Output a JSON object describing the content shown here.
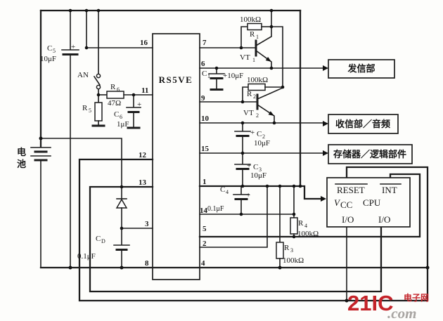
{
  "ic": {
    "name": "RS5VE",
    "pins_left": [
      "16",
      "11",
      "12",
      "13",
      "3",
      "8"
    ],
    "pins_right": [
      "7",
      "6",
      "9",
      "10",
      "15",
      "1",
      "14",
      "5",
      "2",
      "4"
    ]
  },
  "battery": {
    "line1": "电",
    "line2": "池"
  },
  "switch_label": "AN",
  "symbols": {
    "plus": "+"
  },
  "components": {
    "c5": {
      "sym": "C",
      "sub": "5",
      "value": "10μF"
    },
    "c6": {
      "sym": "C",
      "sub": "6",
      "value": "1μF"
    },
    "c1": {
      "sym": "C",
      "sub": "1",
      "value": "+10μF"
    },
    "c2": {
      "sym": "C",
      "sub": "2",
      "value": "10μF"
    },
    "c3": {
      "sym": "C",
      "sub": "3",
      "value": "10μF"
    },
    "c4": {
      "sym": "C",
      "sub": "4",
      "value": "0.1μF"
    },
    "cd": {
      "sym": "C",
      "sub": "D",
      "value": "0.1μF"
    },
    "r1": {
      "sym": "R",
      "sub": "1",
      "value": "100kΩ"
    },
    "r2": {
      "sym": "R",
      "sub": "2",
      "value": "100kΩ"
    },
    "r3": {
      "sym": "R",
      "sub": "3",
      "value": "100kΩ"
    },
    "r4": {
      "sym": "R",
      "sub": "4",
      "value": "100kΩ"
    },
    "r5": {
      "sym": "R",
      "sub": "5"
    },
    "r6": {
      "sym": "R",
      "sub": "6",
      "value": "47Ω"
    },
    "vt1": {
      "sym": "VT",
      "sub": "1"
    },
    "vt2": {
      "sym": "VT",
      "sub": "2"
    }
  },
  "blocks": {
    "transmitter": "发信部",
    "receiver": "收信部／音频",
    "memory": "存储器／逻辑部件"
  },
  "cpu": {
    "reset": "RESET",
    "int": "INT",
    "vcc_sym": "V",
    "vcc_sub": "CC",
    "name": "CPU",
    "io_left": "I/O",
    "io_right": "I/O"
  },
  "watermark": {
    "brand": "21IC",
    "domain": ".com",
    "site": "电子网"
  }
}
